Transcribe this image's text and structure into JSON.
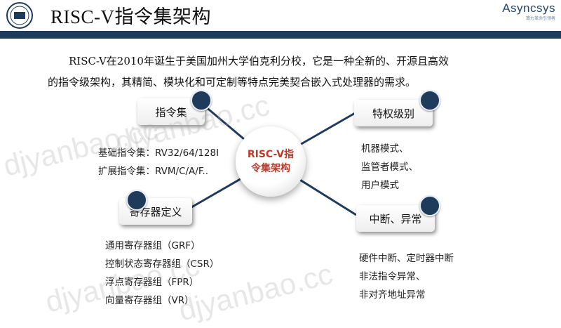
{
  "header": {
    "title": "RISC-V指令集架构",
    "brand": "Asyncsys",
    "brand_sub": "算力革命引领者"
  },
  "intro": {
    "line1": "RISC-V在2010年诞生于美国加州大学伯克利分校，它是一种全新的、开源且高效",
    "line2": "的指令级架构，其精简、模块化和可定制等特点完美契合嵌入式处理器的需求。"
  },
  "center": {
    "label": "RISC-V指\n令集架构"
  },
  "nodes": {
    "isa": {
      "label": "指令集",
      "items": [
        "基础指令集：RV32/64/128I",
        "扩展指令集：RVM/C/A/F.."
      ]
    },
    "privilege": {
      "label": "特权级别",
      "items": [
        "机器模式、",
        "监管者模式、",
        "用户模式"
      ]
    },
    "registers": {
      "label": "寄存器定义",
      "items": [
        "通用寄存器组（GRF）",
        "控制状态寄存器组（CSR）",
        "浮点寄存器组（FPR）",
        "向量寄存器组（VR）"
      ]
    },
    "interrupts": {
      "label": "中断、异常",
      "items": [
        "硬件中断、定时器中断",
        "非法指令异常、",
        "非对齐地址异常"
      ]
    }
  },
  "watermark": "djyanbao.cc",
  "colors": {
    "navy": "#1f3b5c",
    "center_text": "#c0392b"
  }
}
